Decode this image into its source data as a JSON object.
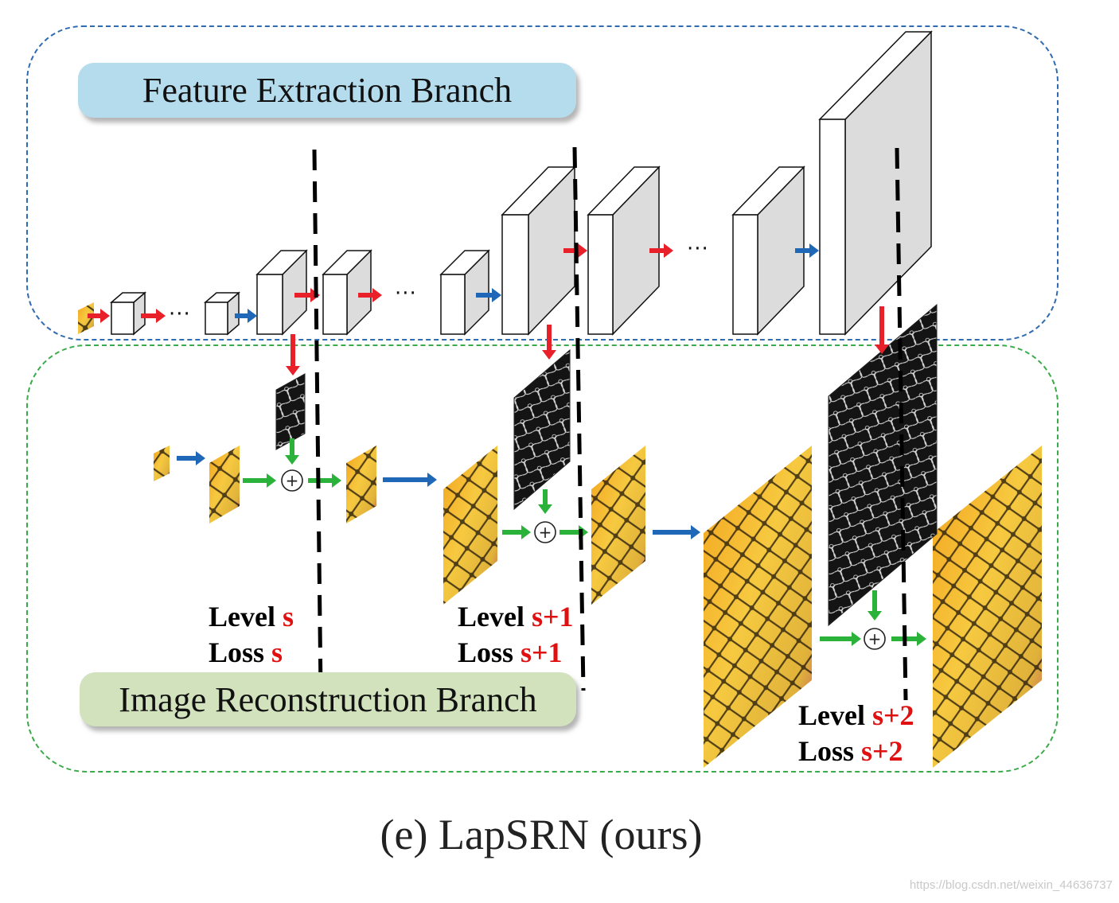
{
  "branches": {
    "feature": "Feature Extraction Branch",
    "reconstruction": "Image Reconstruction Branch"
  },
  "levels": [
    {
      "level_word": "Level",
      "level_value": "s",
      "loss_word": "Loss",
      "loss_value": "s"
    },
    {
      "level_word": "Level",
      "level_value": "s+1",
      "loss_word": "Loss",
      "loss_value": "s+1"
    },
    {
      "level_word": "Level",
      "level_value": "s+2",
      "loss_word": "Loss",
      "loss_value": "s+2"
    }
  ],
  "ellipsis": "···",
  "adder_symbol": "+",
  "caption": "(e) LapSRN (ours)",
  "watermark": "https://blog.csdn.net/weixin_44636737",
  "colors": {
    "red_arrow": "#e8202a",
    "blue_arrow": "#1f68b8",
    "green_arrow": "#2ab23a",
    "feature_border": "#2f6bb0",
    "recon_border": "#3aaa4a",
    "feature_pill": "#b5dcec",
    "recon_pill": "#d1e2bc",
    "label_red": "#e01010"
  }
}
